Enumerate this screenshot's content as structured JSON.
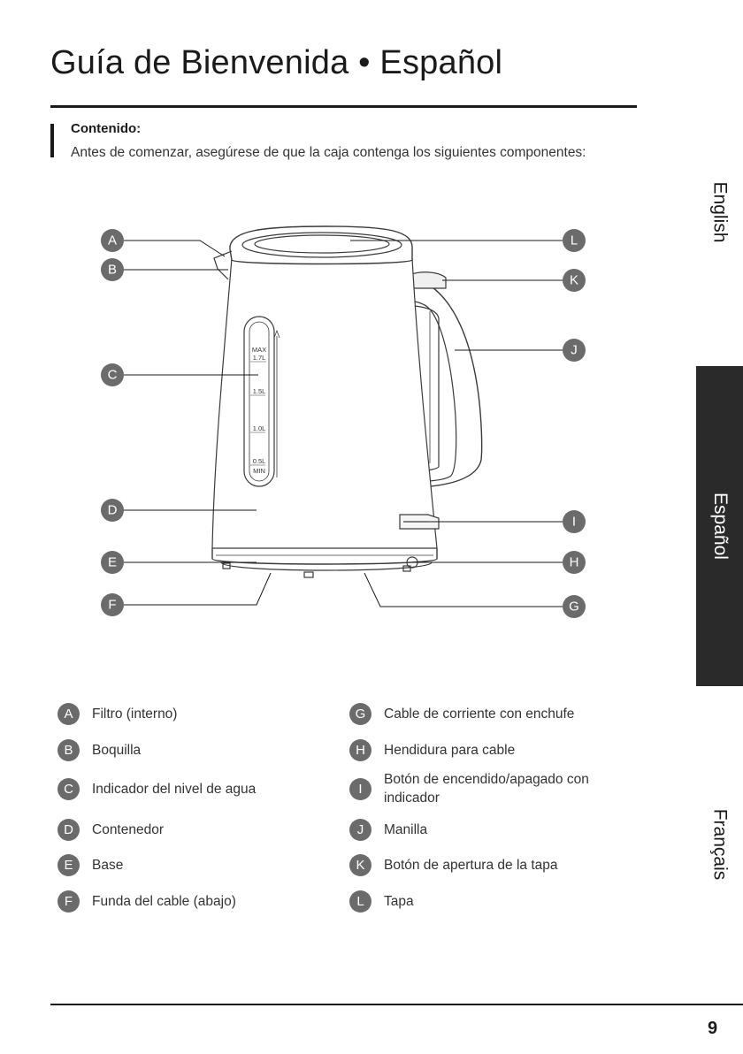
{
  "header": {
    "title": "Guía de Bienvenida • Español"
  },
  "contents": {
    "heading": "Contenido:",
    "body": "Antes de comenzar, asegúrese de que la caja contenga los siguientes componentes:"
  },
  "side_tabs": {
    "english": "English",
    "espanol": "Español",
    "francais": "Français"
  },
  "diagram": {
    "callouts": [
      "A",
      "B",
      "C",
      "D",
      "E",
      "F",
      "G",
      "H",
      "I",
      "J",
      "K",
      "L"
    ],
    "scale_marks": [
      "MAX",
      "1.7L",
      "1.5L",
      "1.0L",
      "0.5L",
      "MIN"
    ]
  },
  "legend": {
    "left": [
      {
        "letter": "A",
        "text": "Filtro (interno)"
      },
      {
        "letter": "B",
        "text": "Boquilla"
      },
      {
        "letter": "C",
        "text": "Indicador del nivel de agua"
      },
      {
        "letter": "D",
        "text": "Contenedor"
      },
      {
        "letter": "E",
        "text": "Base"
      },
      {
        "letter": "F",
        "text": "Funda del cable (abajo)"
      }
    ],
    "right": [
      {
        "letter": "G",
        "text": "Cable de corriente con enchufe"
      },
      {
        "letter": "H",
        "text": "Hendidura para cable"
      },
      {
        "letter": "I",
        "text": "Botón de encendido/apagado con indicador"
      },
      {
        "letter": "J",
        "text": "Manilla"
      },
      {
        "letter": "K",
        "text": "Botón de apertura de la tapa"
      },
      {
        "letter": "L",
        "text": "Tapa"
      }
    ]
  },
  "footer": {
    "page_number": "9"
  },
  "colors": {
    "text": "#1a1a1a",
    "badge": "#6b6b6b",
    "active_tab": "#2a2a2a"
  }
}
